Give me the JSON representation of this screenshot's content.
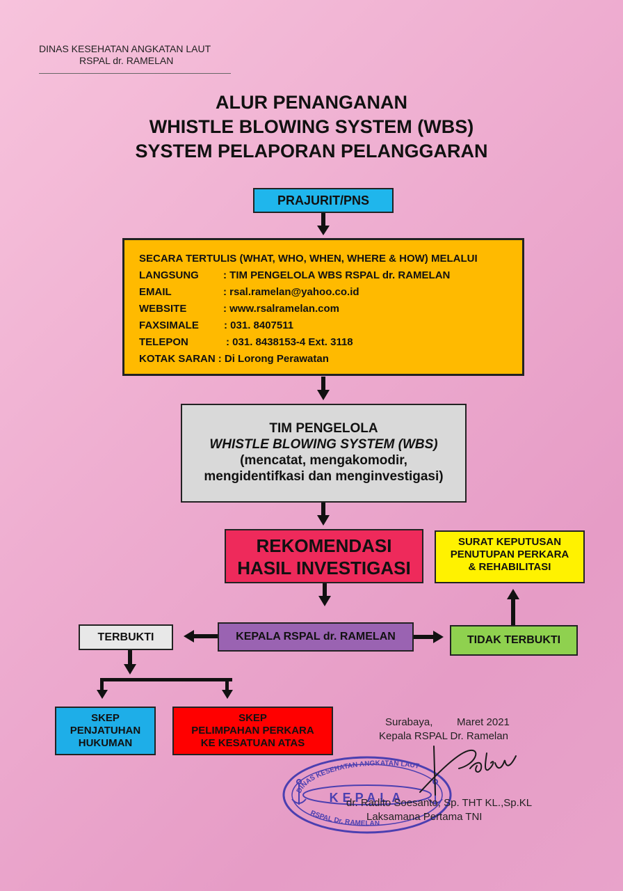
{
  "header": {
    "org_line1": "DINAS KESEHATAN ANGKATAN LAUT",
    "org_line2": "RSPAL dr. RAMELAN"
  },
  "title": {
    "line1": "ALUR PENANGANAN",
    "line2": "WHISTLE BLOWING SYSTEM (WBS)",
    "line3": "SYSTEM PELAPORAN PELANGGARAN"
  },
  "boxes": {
    "prajurit": "PRAJURIT/PNS",
    "tertulis": {
      "intro": "SECARA TERTULIS (WHAT, WHO, WHEN, WHERE & HOW)  MELALUI",
      "langsung_label": "LANGSUNG",
      "langsung_value": ": TIM PENGELOLA WBS RSPAL dr. RAMELAN",
      "email_label": "EMAIL",
      "email_value": ": rsal.ramelan@yahoo.co.id",
      "website_label": "WEBSITE",
      "website_value": ": www.rsalramelan.com",
      "fax_label": "FAXSIMALE",
      "fax_value": ": 031. 8407511",
      "telepon_label": "TELEPON",
      "telepon_value": ": 031. 8438153-4 Ext. 3118",
      "kotak_label": "KOTAK SARAN",
      "kotak_value": ": Di Lorong Perawatan"
    },
    "tim": {
      "line1": "TIM PENGELOLA",
      "line2": "WHISTLE BLOWING SYSTEM (WBS)",
      "line3": "(mencatat, mengakomodir,",
      "line4": "mengidentifkasi dan menginvestigasi)"
    },
    "rekomendasi": {
      "line1": "REKOMENDASI",
      "line2": "HASIL INVESTIGASI"
    },
    "surat": {
      "line1": "SURAT KEPUTUSAN",
      "line2": "PENUTUPAN PERKARA",
      "line3": "& REHABILITASI"
    },
    "kepala": "KEPALA RSPAL dr. RAMELAN",
    "terbukti": "TERBUKTI",
    "tidak_terbukti": "TIDAK TERBUKTI",
    "skep1": {
      "line1": "SKEP",
      "line2": "PENJATUHAN",
      "line3": "HUKUMAN"
    },
    "skep2": {
      "line1": "SKEP",
      "line2": "PELIMPAHAN PERKARA",
      "line3": "KE KESATUAN ATAS"
    }
  },
  "signature": {
    "place": "Surabaya,",
    "date": "Maret 2021",
    "position": "Kepala RSPAL Dr. Ramelan",
    "name": "dr. Radito Soesanto, Sp. THT KL.,Sp.KL",
    "rank": "Laksamana Pertama TNI"
  },
  "stamp": {
    "top_text": "DINAS KESEHATAN ANGKATAN LAUT",
    "center_text": "KEPALA",
    "bottom_text": "RSPAL Dr. RAMELAN"
  },
  "colors": {
    "prajurit": "#1fb6ec",
    "tertulis": "#ffba00",
    "tim": "#d9d9d9",
    "rekomendasi": "#ee2a5b",
    "surat": "#fff200",
    "kepala": "#9a63b2",
    "tidak_terbukti": "#8fd14f",
    "skep1": "#1eaee8",
    "skep2": "#ff0000",
    "stamp": "#4b3fb0"
  }
}
